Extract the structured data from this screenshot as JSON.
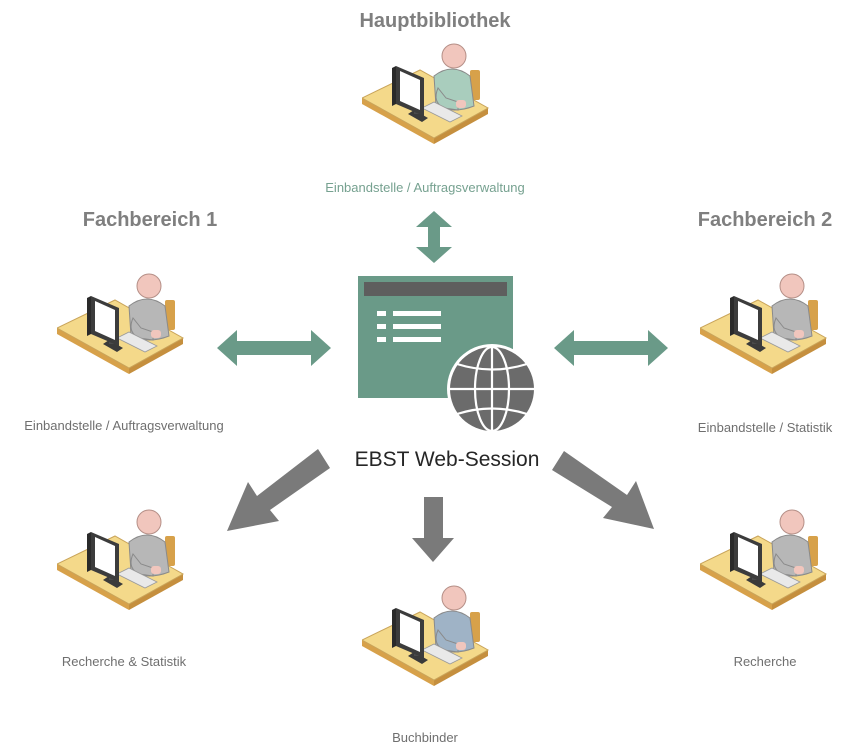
{
  "colors": {
    "accent_green": "#6a9a88",
    "arrow_gray": "#7a7a7a",
    "title_gray": "#7f7f7f",
    "desk_top": "#f4d98a",
    "desk_side": "#d7a14a",
    "person_skin": "#f1c6bd",
    "shirt_gray": "#b7b7b7",
    "shirt_green": "#a9cdbd",
    "monitor_screen": "#ffffff"
  },
  "groups": {
    "haupt": {
      "title": "Hauptbibliothek",
      "role": "Einbandstelle / Auftragsverwaltung"
    },
    "fach1": {
      "title": "Fachbereich 1",
      "role": "Einbandstelle / Auftragsverwaltung"
    },
    "fach2": {
      "title": "Fachbereich 2",
      "role": "Einbandstelle / Statistik"
    }
  },
  "bottom_nodes": {
    "left": {
      "role": "Recherche & Statistik"
    },
    "center": {
      "role": "Buchbinder"
    },
    "right": {
      "role": "Recherche"
    }
  },
  "center": {
    "label": "EBST Web-Session",
    "icons": [
      "web-window-icon",
      "globe-icon"
    ]
  },
  "connections": [
    {
      "from": "haupt",
      "to": "center",
      "style": "bidirectional"
    },
    {
      "from": "fach1",
      "to": "center",
      "style": "bidirectional"
    },
    {
      "from": "fach2",
      "to": "center",
      "style": "bidirectional"
    },
    {
      "from": "center",
      "to": "bottom-left",
      "style": "one-way"
    },
    {
      "from": "center",
      "to": "bottom-center",
      "style": "one-way"
    },
    {
      "from": "center",
      "to": "bottom-right",
      "style": "one-way"
    }
  ]
}
